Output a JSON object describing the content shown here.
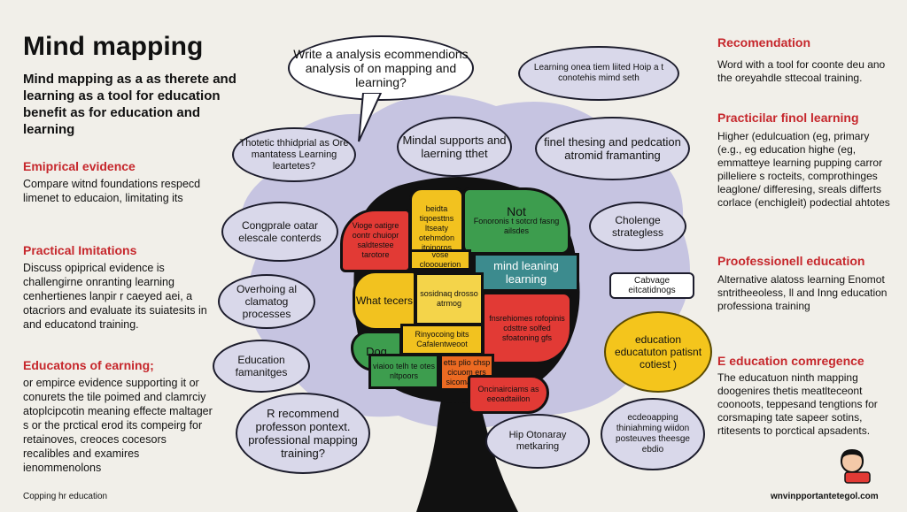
{
  "title": "Mind mapping",
  "intro": "Mind mapping as a as therete and learning as a tool for education benefit as for education and learning",
  "left": [
    {
      "heading": "Emiprical evidence",
      "body": "Compare witnd foundations respecd limenet to educaion, limitating its"
    },
    {
      "heading": "Practical Imitations",
      "body": "Discuss opiprical evidence is challengirne onranting learning cenhertienes lanpir r caeyed aei, a otacriors and evaluate its suiatesits in and educatond training."
    },
    {
      "heading": "Educatons of earning;",
      "body": "or empirce evidence supporting it or conurets the tile poimed and clamrciy atoplcipcotin meaning effecte maltager s or the prctical erod its compeirg for retainoves, creoces cocesors recalibles and examires ienommenolons"
    }
  ],
  "right": [
    {
      "heading": "Recomendation",
      "body": "Word with a tool for coonte deu ano the oreyahdle sttecoal training."
    },
    {
      "heading": "Practicilar finol learning",
      "body": "Higher (edulcuation (eg, primary (e.g., eg education highe (eg, emmatteye learning pupping carror pilleliere s rocteits, comprothinges leaglone/ differesing, sreals differts corlace (enchigleit) podectial ahtotes"
    },
    {
      "heading": "Proofessionell education",
      "body": "Alternative alatoss learning Enomot sntritheeoless, ll and Inng education professiona training"
    },
    {
      "heading": "E education comregence",
      "body": "The educatuon ninth mapping doogenires thetis meatlteceont coonoots, teppesand tengtions for corsmaping tate sapeer sotins, rtitesents to porctical apsadents."
    }
  ],
  "bubbles": {
    "top": "Write a analysis ecommendions analysis of on mapping and learning?",
    "top_right": "Learning onea tiem liited Hoip a t conotehis mimd seth",
    "tl1": "Thotetic thhidprial as Ore mantatess Learning leartetes?",
    "tl2": "Mindal supports and laerning tthet",
    "tr1": "finel thesing and pedcation atromid framanting",
    "left1": "Congprale oatar elescale conterds",
    "right1": "Cholenge strategless",
    "left2": "Overhoing al clamatog processes",
    "left3": "Education famanitges",
    "bottom": "R recommend professon pontext. professional mapping training?",
    "bottom_mid": "Hip Otonaray metkaring",
    "bottom_r": "ecdeoapping thiniahming wiidon posteuves theesge ebdio"
  },
  "callouts": {
    "label": "Cabvage eitcatidnogs",
    "yellow": "education educatuton patisnt cotiest )"
  },
  "brain": {
    "s1": "Vioge oatigre oontr chuiopr saldtestee tarotore",
    "s2": "beidta tiqoesttns ltseaty otehmdon itoinoros",
    "s3": "Not",
    "s3b": "Fonoronis t sotcrd fasng ailsdes",
    "s4": "vose clooouerion",
    "s5": "mind leaning learning",
    "s6": "What tecers",
    "s7": "sosidnaq drosso atrmog",
    "s8": "fnsrehiomes rofopinis cdsttre solfed sfoatoning gfs",
    "s9": "Rinyocoing bits Cafalentweoot",
    "s10": "Dog",
    "s11": "viaioo telh te otes nltpoors",
    "s12": "etts plio chsp cicuom ers sicomaionsl",
    "s13": "Oncinairciams as eeoadtaiilon"
  },
  "footer": {
    "left": "Copping hr education",
    "right": "wnvinpportantetegol.com"
  }
}
